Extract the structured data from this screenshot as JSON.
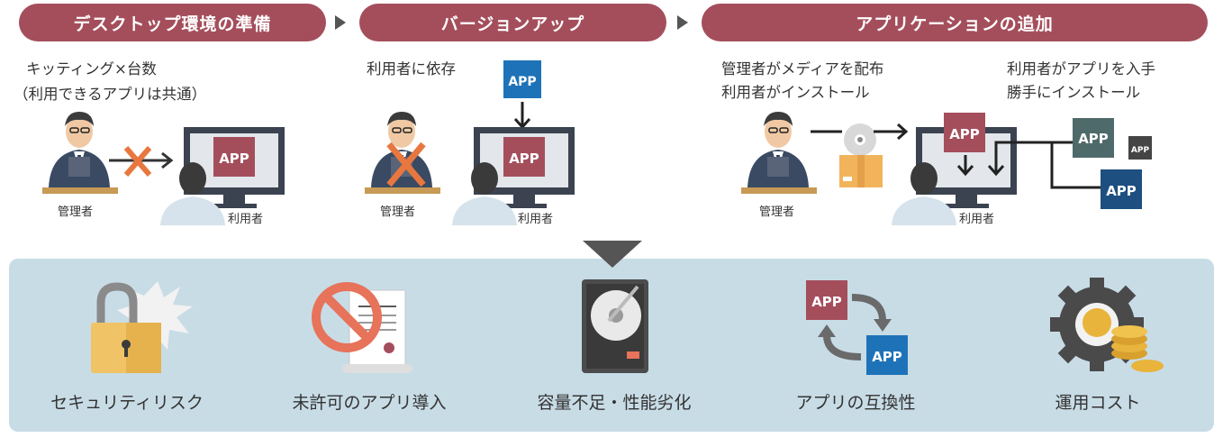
{
  "phases": [
    {
      "title": "デスクトップ環境の準備"
    },
    {
      "title": "バージョンアップ"
    },
    {
      "title": "アプリケーションの追加"
    }
  ],
  "section1": {
    "line1": "キッティング×台数",
    "line2": "（利用できるアプリは共通）",
    "admin_label": "管理者",
    "user_label": "利用者",
    "app_label": "APP"
  },
  "section2": {
    "line1": "利用者に依存",
    "admin_label": "管理者",
    "user_label": "利用者",
    "app_label": "APP"
  },
  "section3": {
    "left_line1": "管理者がメディアを配布",
    "left_line2": "利用者がインストール",
    "right_line1": "利用者がアプリを入手",
    "right_line2": "勝手にインストール",
    "admin_label": "管理者",
    "user_label": "利用者",
    "app_label": "APP"
  },
  "risks": [
    {
      "label": "セキュリティリスク"
    },
    {
      "label": "未許可のアプリ導入"
    },
    {
      "label": "容量不足・性能劣化"
    },
    {
      "label": "アプリの互換性"
    },
    {
      "label": "運用コスト"
    }
  ],
  "app_icon": "APP",
  "colors": {
    "accent": "#a44e5c",
    "panel": "#c8dce6",
    "app_blue": "#1e73b8",
    "app_gray": "#4f6a6a",
    "app_navy": "#1d4f80",
    "cross": "#e8773f",
    "monitor": "#3b4250"
  }
}
